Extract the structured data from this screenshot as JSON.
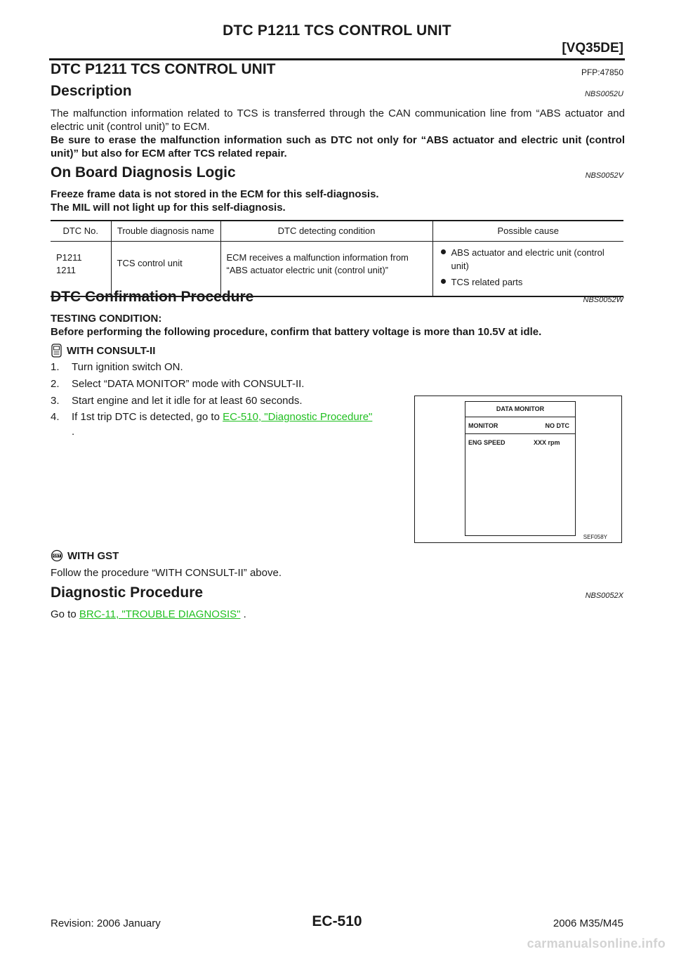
{
  "header": {
    "running_title": "DTC P1211 TCS CONTROL UNIT",
    "engine_tag": "[VQ35DE]"
  },
  "title": {
    "text": "DTC P1211 TCS CONTROL UNIT",
    "ref": "PFP:47850"
  },
  "description": {
    "heading": "Description",
    "ref": "NBS0052U",
    "text": "The malfunction information related to TCS is transferred through the CAN communication line from “ABS actuator and electric unit (control unit)” to ECM.",
    "bold_text": "Be sure to erase the malfunction information such as DTC not only for “ABS actuator and electric unit (control unit)” but also for ECM after TCS related repair."
  },
  "onboard": {
    "heading": "On Board Diagnosis Logic",
    "ref": "NBS0052V",
    "line1": "Freeze frame data is not stored in the ECM for this self-diagnosis.",
    "line2": "The MIL will not light up for this self-diagnosis."
  },
  "dtc_table": {
    "headers": [
      "DTC No.",
      "Trouble diagnosis name",
      "DTC detecting condition",
      "Possible cause"
    ],
    "dtc_no_line1": "P1211",
    "dtc_no_line2": "1211",
    "diagnosis_name": "TCS control unit",
    "detecting_condition": "ECM receives a malfunction information from “ABS actuator electric unit (control unit)”",
    "possible_causes": [
      "ABS actuator and electric unit (control unit)",
      "TCS related parts"
    ]
  },
  "confirmation": {
    "heading": "DTC Confirmation Procedure",
    "ref": "NBS0052W",
    "testing_label": "TESTING CONDITION:",
    "testing_text": "Before performing the following procedure, confirm that battery voltage is more than 10.5V at idle.",
    "consult_heading": "WITH CONSULT-II",
    "steps": [
      "Turn ignition switch ON.",
      "Select “DATA MONITOR” mode with CONSULT-II.",
      "Start engine and let it idle for at least 60 seconds.",
      "If 1st trip DTC is detected, go to"
    ],
    "step_numbers": [
      "1.",
      "2.",
      "3.",
      "4."
    ],
    "step4_link": "EC-510, \"Diagnostic Procedure\"",
    "step4_end": ".",
    "gst_heading": "WITH GST",
    "gst_text": "Follow the procedure “WITH CONSULT-II” above."
  },
  "figure": {
    "screen_title": "DATA MONITOR",
    "col_monitor": "MONITOR",
    "col_status": "NO DTC",
    "row_label": "ENG SPEED",
    "row_value": "XXX rpm",
    "code": "SEF058Y"
  },
  "diagnostic": {
    "heading": "Diagnostic Procedure",
    "ref": "NBS0052X",
    "text_prefix": "Go to",
    "link": "BRC-11, \"TROUBLE DIAGNOSIS\"",
    "text_suffix": "."
  },
  "footer": {
    "revision": "Revision: 2006 January",
    "page": "EC-510",
    "model": "2006 M35/M45"
  },
  "watermark": "carmanualsonline.info"
}
